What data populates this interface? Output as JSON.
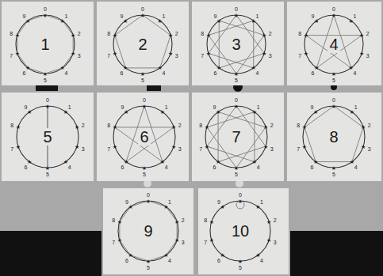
{
  "diagram": {
    "nodes": [
      {
        "text": [
          "1"
        ]
      },
      {
        "text": [
          "2"
        ]
      },
      {
        "text": [
          "3"
        ]
      },
      {
        "text": [
          "4"
        ]
      },
      {
        "text": [
          "5"
        ]
      },
      {
        "text": [
          "6"
        ]
      },
      {
        "text": [
          "7"
        ]
      },
      {
        "text": [
          "8"
        ]
      },
      {
        "text": [
          "9"
        ]
      },
      {
        "text": [
          "10"
        ]
      }
    ],
    "labels": [
      "0",
      "1",
      "2",
      "3",
      "4",
      "5",
      "6",
      "7",
      "8",
      "9",
      "0",
      "1",
      "2",
      "3",
      "4",
      "5",
      "6",
      "7",
      "8",
      "9",
      "0",
      "1",
      "2",
      "3",
      "4",
      "5",
      "6",
      "7",
      "8",
      "9",
      "0",
      "1",
      "2",
      "3",
      "4",
      "5",
      "6",
      "7",
      "8",
      "9",
      "0",
      "1",
      "2",
      "3",
      "4",
      "5",
      "6",
      "7",
      "8",
      "9",
      "0",
      "1",
      "2",
      "3",
      "4",
      "5",
      "6",
      "7",
      "8",
      "9",
      "0",
      "1",
      "2",
      "3",
      "4",
      "5",
      "6",
      "7",
      "8",
      "9",
      "0",
      "1",
      "2",
      "3",
      "4",
      "5",
      "6",
      "7",
      "8",
      "9",
      "0",
      "1",
      "2",
      "3",
      "4",
      "5",
      "6",
      "7",
      "8",
      "9",
      "0",
      "1",
      "2",
      "3",
      "4",
      "5",
      "6",
      "7",
      "8",
      "9"
    ]
  }
}
